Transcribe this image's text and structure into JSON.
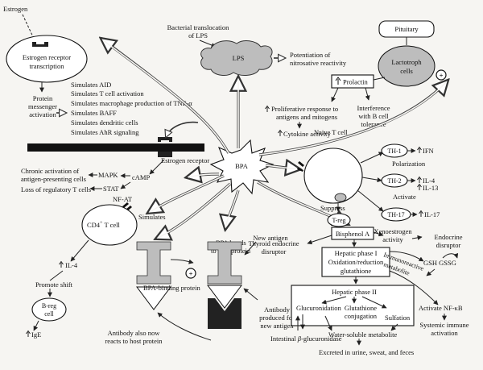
{
  "labels": {
    "estrogen": "Estrogen",
    "er_transcription_1": "Estrogen receptor",
    "er_transcription_2": "transcription",
    "protein_messenger_1": "Protein",
    "protein_messenger_2": "messenger",
    "protein_messenger_3": "activation",
    "bacterial_1": "Bacterial translocation",
    "bacterial_2": "of LPS",
    "lps": "LPS",
    "nitrosative_1": "Potentiation of",
    "nitrosative_2": "nitrosative reactivity",
    "pituitary": "Pituitary",
    "lactotroph_1": "Lactotroph",
    "lactotroph_2": "cells",
    "prolactin": "Prolactin",
    "proliferative_1": "Proliferative response to",
    "proliferative_2": "antigens and mitogens",
    "cytokine": "Cytokine activity",
    "interference_1": "Interference",
    "interference_2": "with B cell",
    "interference_3": "tolerance",
    "sim_aid": "Simulates AID",
    "sim_tcell": "Simulates T cell activation",
    "sim_macro": "Simulates macrophage production of TNF-α",
    "sim_baff": "Simulates BAFF",
    "sim_dendritic": "Simulates dendritic cells",
    "sim_ahr": "Simulates AhR signaling",
    "estrogen_receptor": "Estrogen receptor",
    "chronic_1": "Chronic activation of",
    "chronic_2": "antigen-presenting cells",
    "loss_treg": "Loss of regulatory T cells",
    "mapk": "MAPK",
    "camp": "cAMP",
    "stat": "STAT",
    "bpa": "BPA",
    "naive_t": "Naive T cell",
    "th1": "TH-1",
    "th2": "TH-2",
    "th17": "TH-17",
    "ifn": "IFN",
    "il4_out": "IL-4",
    "il13": "IL-13",
    "il17": "IL-17",
    "polarization": "Polarization",
    "activate": "Activate",
    "suppress": "Suppress",
    "treg": "T-reg",
    "nfat": "NF-AT",
    "cd4_1": "CD4",
    "cd4_sup": "+",
    "cd4_2": "T cell",
    "simulates": "Simulates",
    "il4": "IL-4",
    "promote_shift": "Promote shift",
    "breg_1": "B-reg",
    "breg_2": "cell",
    "ige": "IgE",
    "bpa_binding": "BPA-binding protein",
    "antibody_also_1": "Antibody also now",
    "antibody_also_2": "reacts to host protein",
    "bpa_bonds_1": "BPA bonds",
    "bpa_bonds_2": "to host protein",
    "new_antigen": "New antigen",
    "antibody_prod_1": "Antibody",
    "antibody_prod_2": "produced for",
    "antibody_prod_3": "new antigen",
    "thyroid_1": "Thyroid endocrine",
    "thyroid_2": "disruptor",
    "bisphenol": "Bisphenol A",
    "xeno_1": "Xenoestrogen",
    "xeno_2": "activity",
    "endocrine_1": "Endocrine",
    "endocrine_2": "disruptor",
    "immuno_1": "Immunoreactive",
    "immuno_2": "metabolite",
    "gsh": "GSH GSSG",
    "hepatic1_1": "Hepatic phase I",
    "hepatic1_2": "Oxidation/reduction",
    "hepatic1_3": "glutathione",
    "hepatic2": "Hepatic phase II",
    "glucuronidation": "Glucuronidation",
    "glutathione_1": "Glutathione",
    "glutathione_2": "conjugation",
    "sulfation": "Sulfation",
    "activate_nfkb": "Activate NF-κB",
    "systemic_1": "Systemic immune",
    "systemic_2": "activation",
    "intestinal_1": "Intestinal ",
    "intestinal_beta": "β",
    "intestinal_2": "-glucuronidase",
    "water_soluble": "Water-soluble metabolite",
    "excreted": "Excreted in urine, sweat, and feces",
    "plus": "+"
  }
}
